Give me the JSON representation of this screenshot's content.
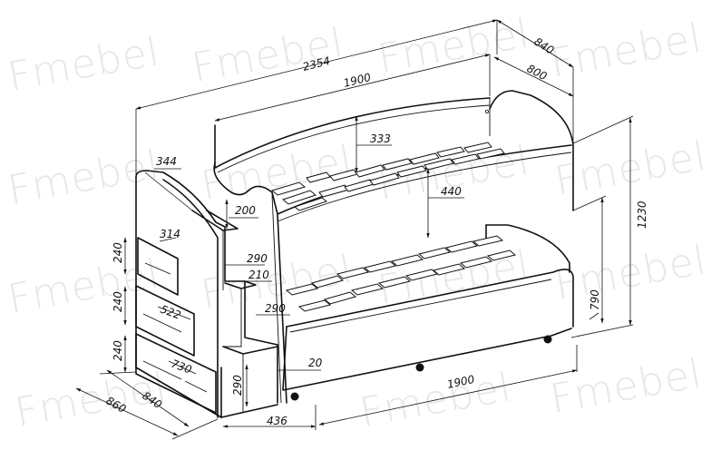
{
  "watermark": "Fmebel",
  "dimensions": {
    "total_length": "2354",
    "bed_length_top": "1900",
    "total_depth": "840",
    "bed_depth": "800",
    "total_height": "1230",
    "headboard_rise": "333",
    "upper_clearance": "440",
    "lower_height": "790",
    "stair_top_depth": "344",
    "stair_top_riser": "200",
    "drawer_width": "314",
    "drawer_1_height": "240",
    "step_depth_1": "290",
    "step_rise": "210",
    "drawer_2_width": "522",
    "drawer_2_height": "240",
    "step_depth_2": "290",
    "drawer_3_width": "730",
    "drawer_3_height": "240",
    "bottom_step_height": "290",
    "gap": "20",
    "bed_length_bottom": "1900",
    "stair_length": "436",
    "stair_depth": "840",
    "base_depth": "860"
  }
}
